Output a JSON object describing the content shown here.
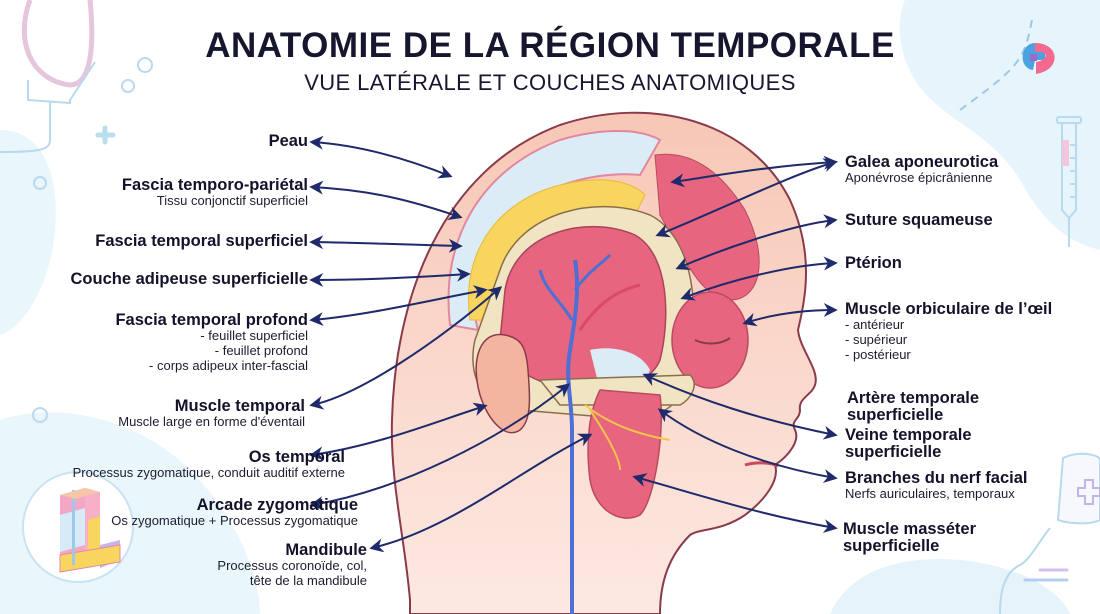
{
  "header": {
    "title": "ANATOMIE DE LA RÉGION TEMPORALE",
    "subtitle": "VUE LATÉRALE ET COUCHES ANATOMIQUES"
  },
  "colors": {
    "arrow": "#1e2a6b",
    "text": "#14142b",
    "skin": "#f7c7b6",
    "muscle": "#e8657f",
    "fascia": "#dcecf7",
    "fat": "#f7d55e",
    "bone": "#f1e4c2",
    "vein": "#4d6fd6",
    "artery": "#d94a6a",
    "nerve": "#f3c64c",
    "background_accent": "#e6f5fb"
  },
  "icons": {
    "brand_logo": "brand-logo-icon",
    "stethoscope": "stethoscope-icon",
    "syringe": "syringe-icon",
    "plus": "plus-icon",
    "medicine_cup": "medicine-cup-icon",
    "tissue_block": "tissue-layers-inset-icon"
  },
  "labels_left": [
    {
      "main": "Peau",
      "sub": []
    },
    {
      "main": "Fascia temporo-pariétal",
      "sub": [
        "Tissu conjonctif superficiel"
      ]
    },
    {
      "main": "Fascia temporal superficiel",
      "sub": []
    },
    {
      "main": "Couche adipeuse superficielle",
      "sub": []
    },
    {
      "main": "Fascia temporal profond",
      "sub": [
        "- feuillet superficiel",
        "- feuillet profond",
        "- corps adipeux inter-fascial"
      ]
    },
    {
      "main": "Muscle temporal",
      "sub": [
        "Muscle large en forme d'éventail"
      ]
    },
    {
      "main": "Os temporal",
      "sub": [
        "Processus zygomatique, conduit auditif externe"
      ]
    },
    {
      "main": "Arcade zygomatique",
      "sub": [
        "Os zygomatique + Processus zygomatique"
      ]
    },
    {
      "main": "Mandibule",
      "sub": [
        "Processus coronoïde, col,",
        "tête de la mandibule"
      ]
    }
  ],
  "labels_right": [
    {
      "main": "Galea aponeurotica",
      "sub": [
        "Aponévrose épicrânienne"
      ]
    },
    {
      "main": "Suture squameuse",
      "sub": []
    },
    {
      "main": "Ptérion",
      "sub": []
    },
    {
      "main": "Muscle orbiculaire de l’œil",
      "sub": [
        "- antérieur",
        "- supérieur",
        "- postérieur"
      ]
    },
    {
      "main": "Artère temporale superficielle",
      "lines": [
        "Artère temporale",
        "superficielle"
      ],
      "sub": []
    },
    {
      "main": "Veine temporale superficielle",
      "lines": [
        "Veine temporale",
        "superficielle"
      ],
      "sub": []
    },
    {
      "main": "Branches du nerf facial",
      "sub": [
        "Nerfs auriculaires, temporaux"
      ]
    },
    {
      "main": "Muscle masséter superficielle",
      "lines": [
        "Muscle masséter",
        "superficielle"
      ],
      "sub": []
    }
  ]
}
